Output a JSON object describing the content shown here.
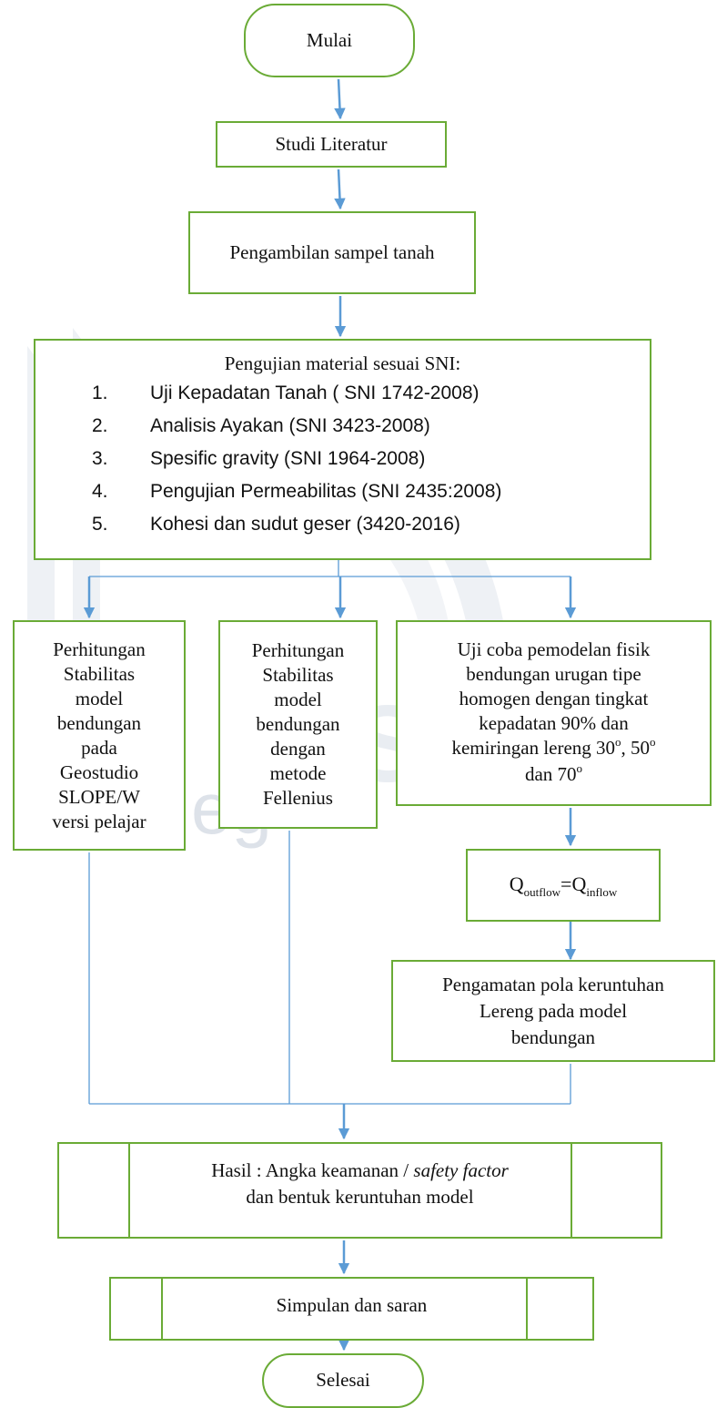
{
  "diagram": {
    "start": "Mulai",
    "literature": "Studi Literatur",
    "sampling": "Pengambilan sampel tanah",
    "testing": {
      "title": "Pengujian material sesuai SNI:",
      "items": [
        {
          "num": "1.",
          "text": "Uji Kepadatan Tanah ( SNI 1742-2008)"
        },
        {
          "num": "2.",
          "text": "Analisis Ayakan (SNI 3423-2008)"
        },
        {
          "num": "3.",
          "text": "Spesific gravity (SNI 1964-2008)"
        },
        {
          "num": "4.",
          "text": "Pengujian Permeabilitas (SNI 2435:2008)"
        },
        {
          "num": "5.",
          "text": "Kohesi dan sudut geser (3420-2016)"
        }
      ]
    },
    "branch_geostudio": [
      "Perhitungan",
      "Stabilitas",
      "model",
      "bendungan",
      "pada",
      "Geostudio",
      "SLOPE/W",
      "versi pelajar"
    ],
    "branch_fellenius": [
      "Perhitungan",
      "Stabilitas",
      "model",
      "bendungan",
      "dengan",
      "metode",
      "Fellenius"
    ],
    "branch_physical": {
      "lines": [
        "Uji coba pemodelan fisik",
        "bendungan urugan tipe",
        "homogen dengan tingkat",
        "kepadatan 90% dan"
      ],
      "slope_prefix": "kemiringan lereng 30",
      "deg": "o",
      "slope_mid": ", 50",
      "last_prefix": "dan  70"
    },
    "flow_eq": {
      "q1": "Q",
      "sub1": "outflow",
      "eq": "=Q",
      "sub2": "inflow"
    },
    "observation": [
      "Pengamatan pola keruntuhan",
      "Lereng pada model",
      "bendungan"
    ],
    "result": {
      "prefix": "Hasil : Angka keamanan / ",
      "italic": "safety factor",
      "line2": "dan bentuk keruntuhan model"
    },
    "conclusion": "Simpulan dan saran",
    "end": "Selesai"
  },
  "watermark": {
    "big": "ESA",
    "small": "eg"
  },
  "colors": {
    "box_border": "#6aab36",
    "arrow": "#5b9bd5",
    "watermark": "#e9edf2"
  }
}
